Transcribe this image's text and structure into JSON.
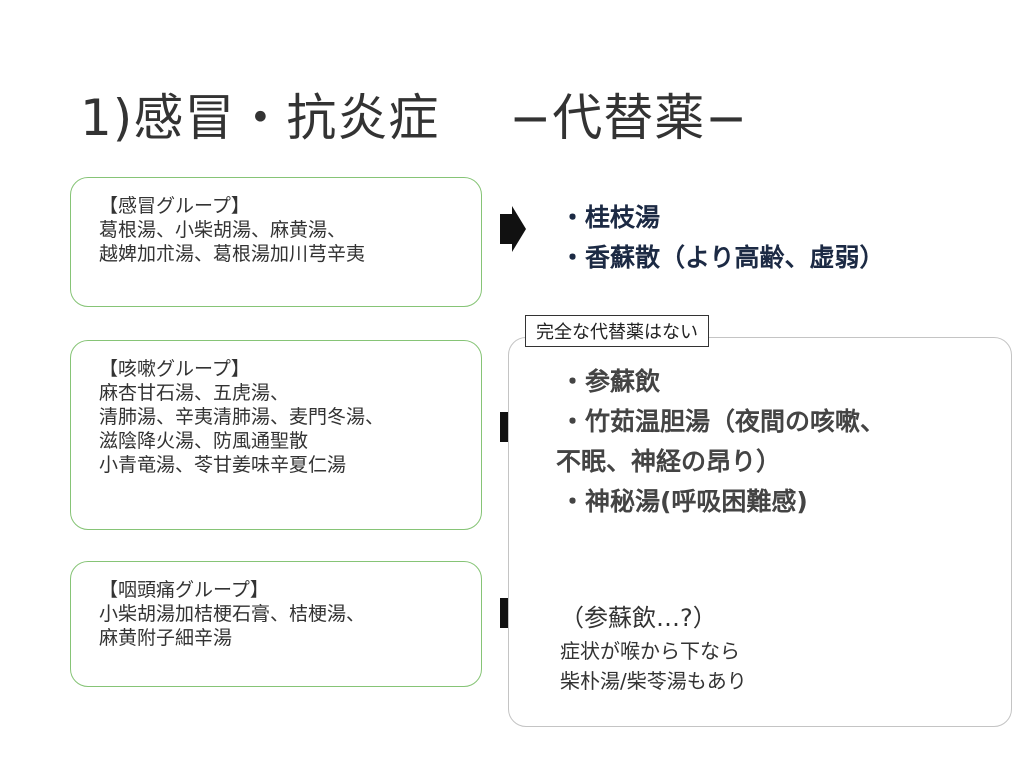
{
  "slide": {
    "title": "1)感冒・抗炎症",
    "subtitle": "−代替薬−"
  },
  "groups": [
    {
      "heading": "【感冒グループ】",
      "lines": [
        "葛根湯、小柴胡湯、麻黄湯、",
        "越婢加朮湯、葛根湯加川芎辛夷"
      ]
    },
    {
      "heading": "【咳嗽グループ】",
      "lines": [
        "麻杏甘石湯、五虎湯、",
        "清肺湯、辛夷清肺湯、麦門冬湯、",
        "滋陰降火湯、防風通聖散",
        "小青竜湯、苓甘姜味辛夏仁湯"
      ]
    },
    {
      "heading": "【咽頭痛グループ】",
      "lines": [
        "小柴胡湯加桔梗石膏、桔梗湯、",
        "麻黄附子細辛湯"
      ]
    }
  ],
  "recommendations": [
    "・桂枝湯",
    "・香蘇散（より高齢、虚弱）"
  ],
  "alternatives": {
    "note": "完全な代替薬はない",
    "items": [
      "・参蘇飲",
      "・竹茹温胆湯（夜間の咳嗽、",
      "不眠、神経の昂り）",
      "・神秘湯(呼吸困難感)"
    ]
  },
  "throat": {
    "question": "（参蘇飲…?）",
    "lines": [
      "症状が喉から下なら",
      "柴朴湯/柴苓湯もあり"
    ]
  },
  "colors": {
    "group_border": "#86c476",
    "alt_border": "#c4c4c4",
    "arrow": "#111111",
    "recommend_text": "#1c2a44"
  }
}
